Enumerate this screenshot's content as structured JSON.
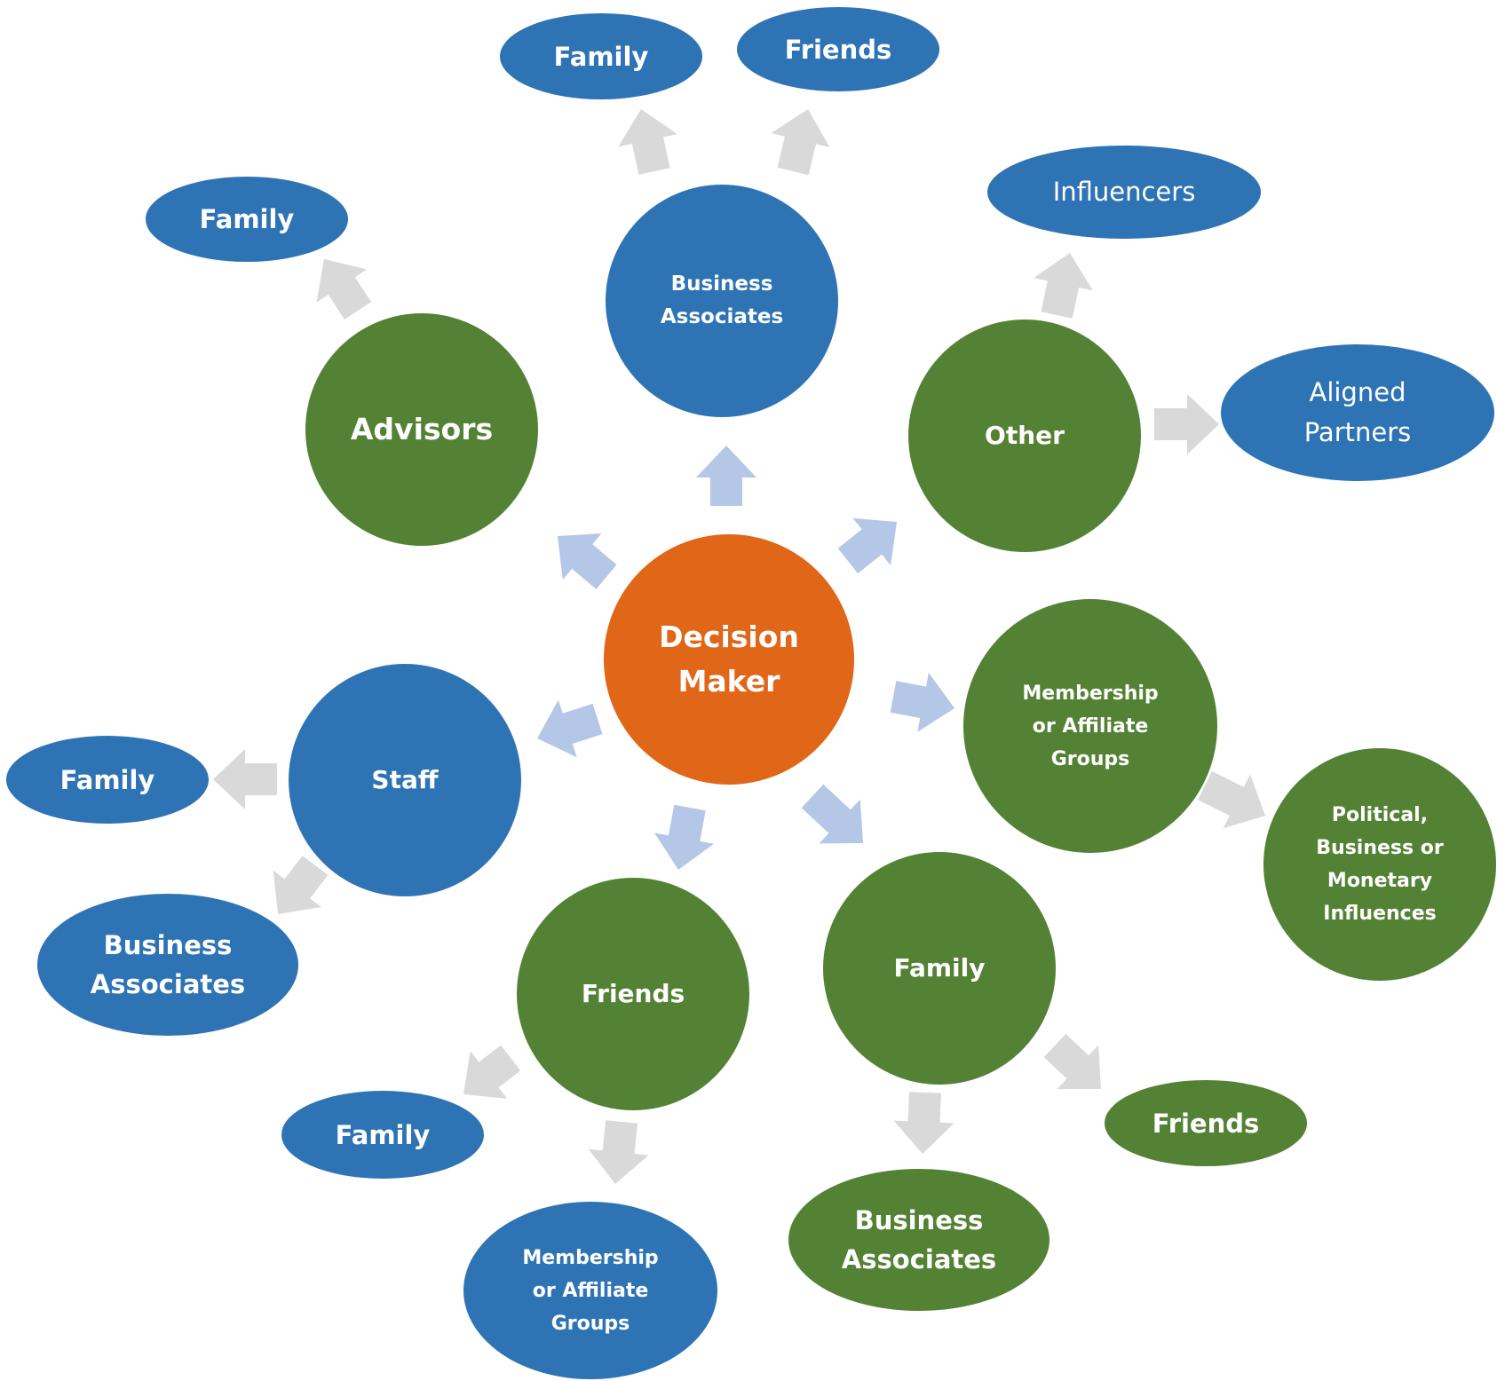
{
  "colors": {
    "blue": "#2e74b5",
    "green": "#548235",
    "orange": "#e06618",
    "arrow_center": "#b4c7e7",
    "arrow_outer": "#d9d9d9"
  },
  "nodes": {
    "decision_maker": "Decision\nMaker",
    "business_associates_top": "Business\nAssociates",
    "business_associates_top_family": "Family",
    "business_associates_top_friends": "Friends",
    "advisors": "Advisors",
    "advisors_family": "Family",
    "other": "Other",
    "other_influencers": "Influencers",
    "other_aligned_partners": "Aligned\nPartners",
    "membership_groups": "Membership\nor Affiliate\nGroups",
    "political_influences": "Political,\nBusiness or\nMonetary\nInfluences",
    "staff": "Staff",
    "staff_family": "Family",
    "staff_business_associates": "Business\nAssociates",
    "friends": "Friends",
    "friends_family": "Family",
    "friends_membership_groups": "Membership\nor Affiliate\nGroups",
    "family": "Family",
    "family_friends": "Friends",
    "family_business_associates": "Business\nAssociates"
  }
}
